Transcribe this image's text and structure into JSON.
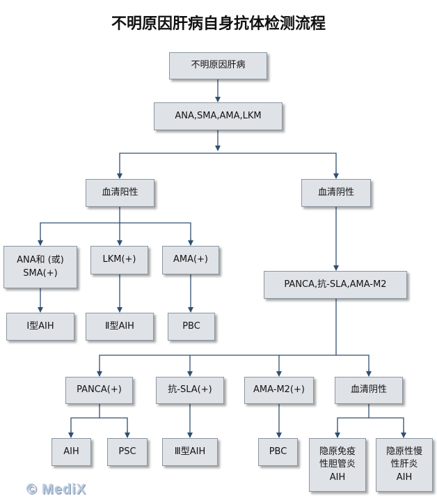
{
  "title": "不明原因肝病自身抗体检测流程",
  "nodes": {
    "root": "不明原因肝病",
    "antibodies": "ANA,SMA,AMA,LKM",
    "serum_positive": "血清阳性",
    "serum_negative": "血清阴性",
    "ana_sma": "ANA和 (或)\nSMA(+)",
    "lkm": "LKM(+)",
    "ama": "AMA(+)",
    "panca_sla_ama": "PANCA,抗-SLA,AMA-M2",
    "aih1": "Ⅰ型AIH",
    "aih2": "Ⅱ型AIH",
    "pbc1": "PBC",
    "panca_pos": "PANCA(+)",
    "sla_pos": "抗-SLA(+)",
    "ama_m2_pos": "AMA-M2(+)",
    "serum_negative2": "血清阴性",
    "aih": "AIH",
    "psc": "PSC",
    "aih3": "Ⅲ型AIH",
    "pbc2": "PBC",
    "cryptogenic_cholangitis": "隐原免疫\n性胆管炎\nAIH",
    "cryptogenic_hepatitis": "隐原性慢\n性肝炎\nAIH"
  },
  "watermark": "© MediX",
  "colors": {
    "node_fill": "#dfe3e8",
    "connector": "#2f4f6f"
  }
}
